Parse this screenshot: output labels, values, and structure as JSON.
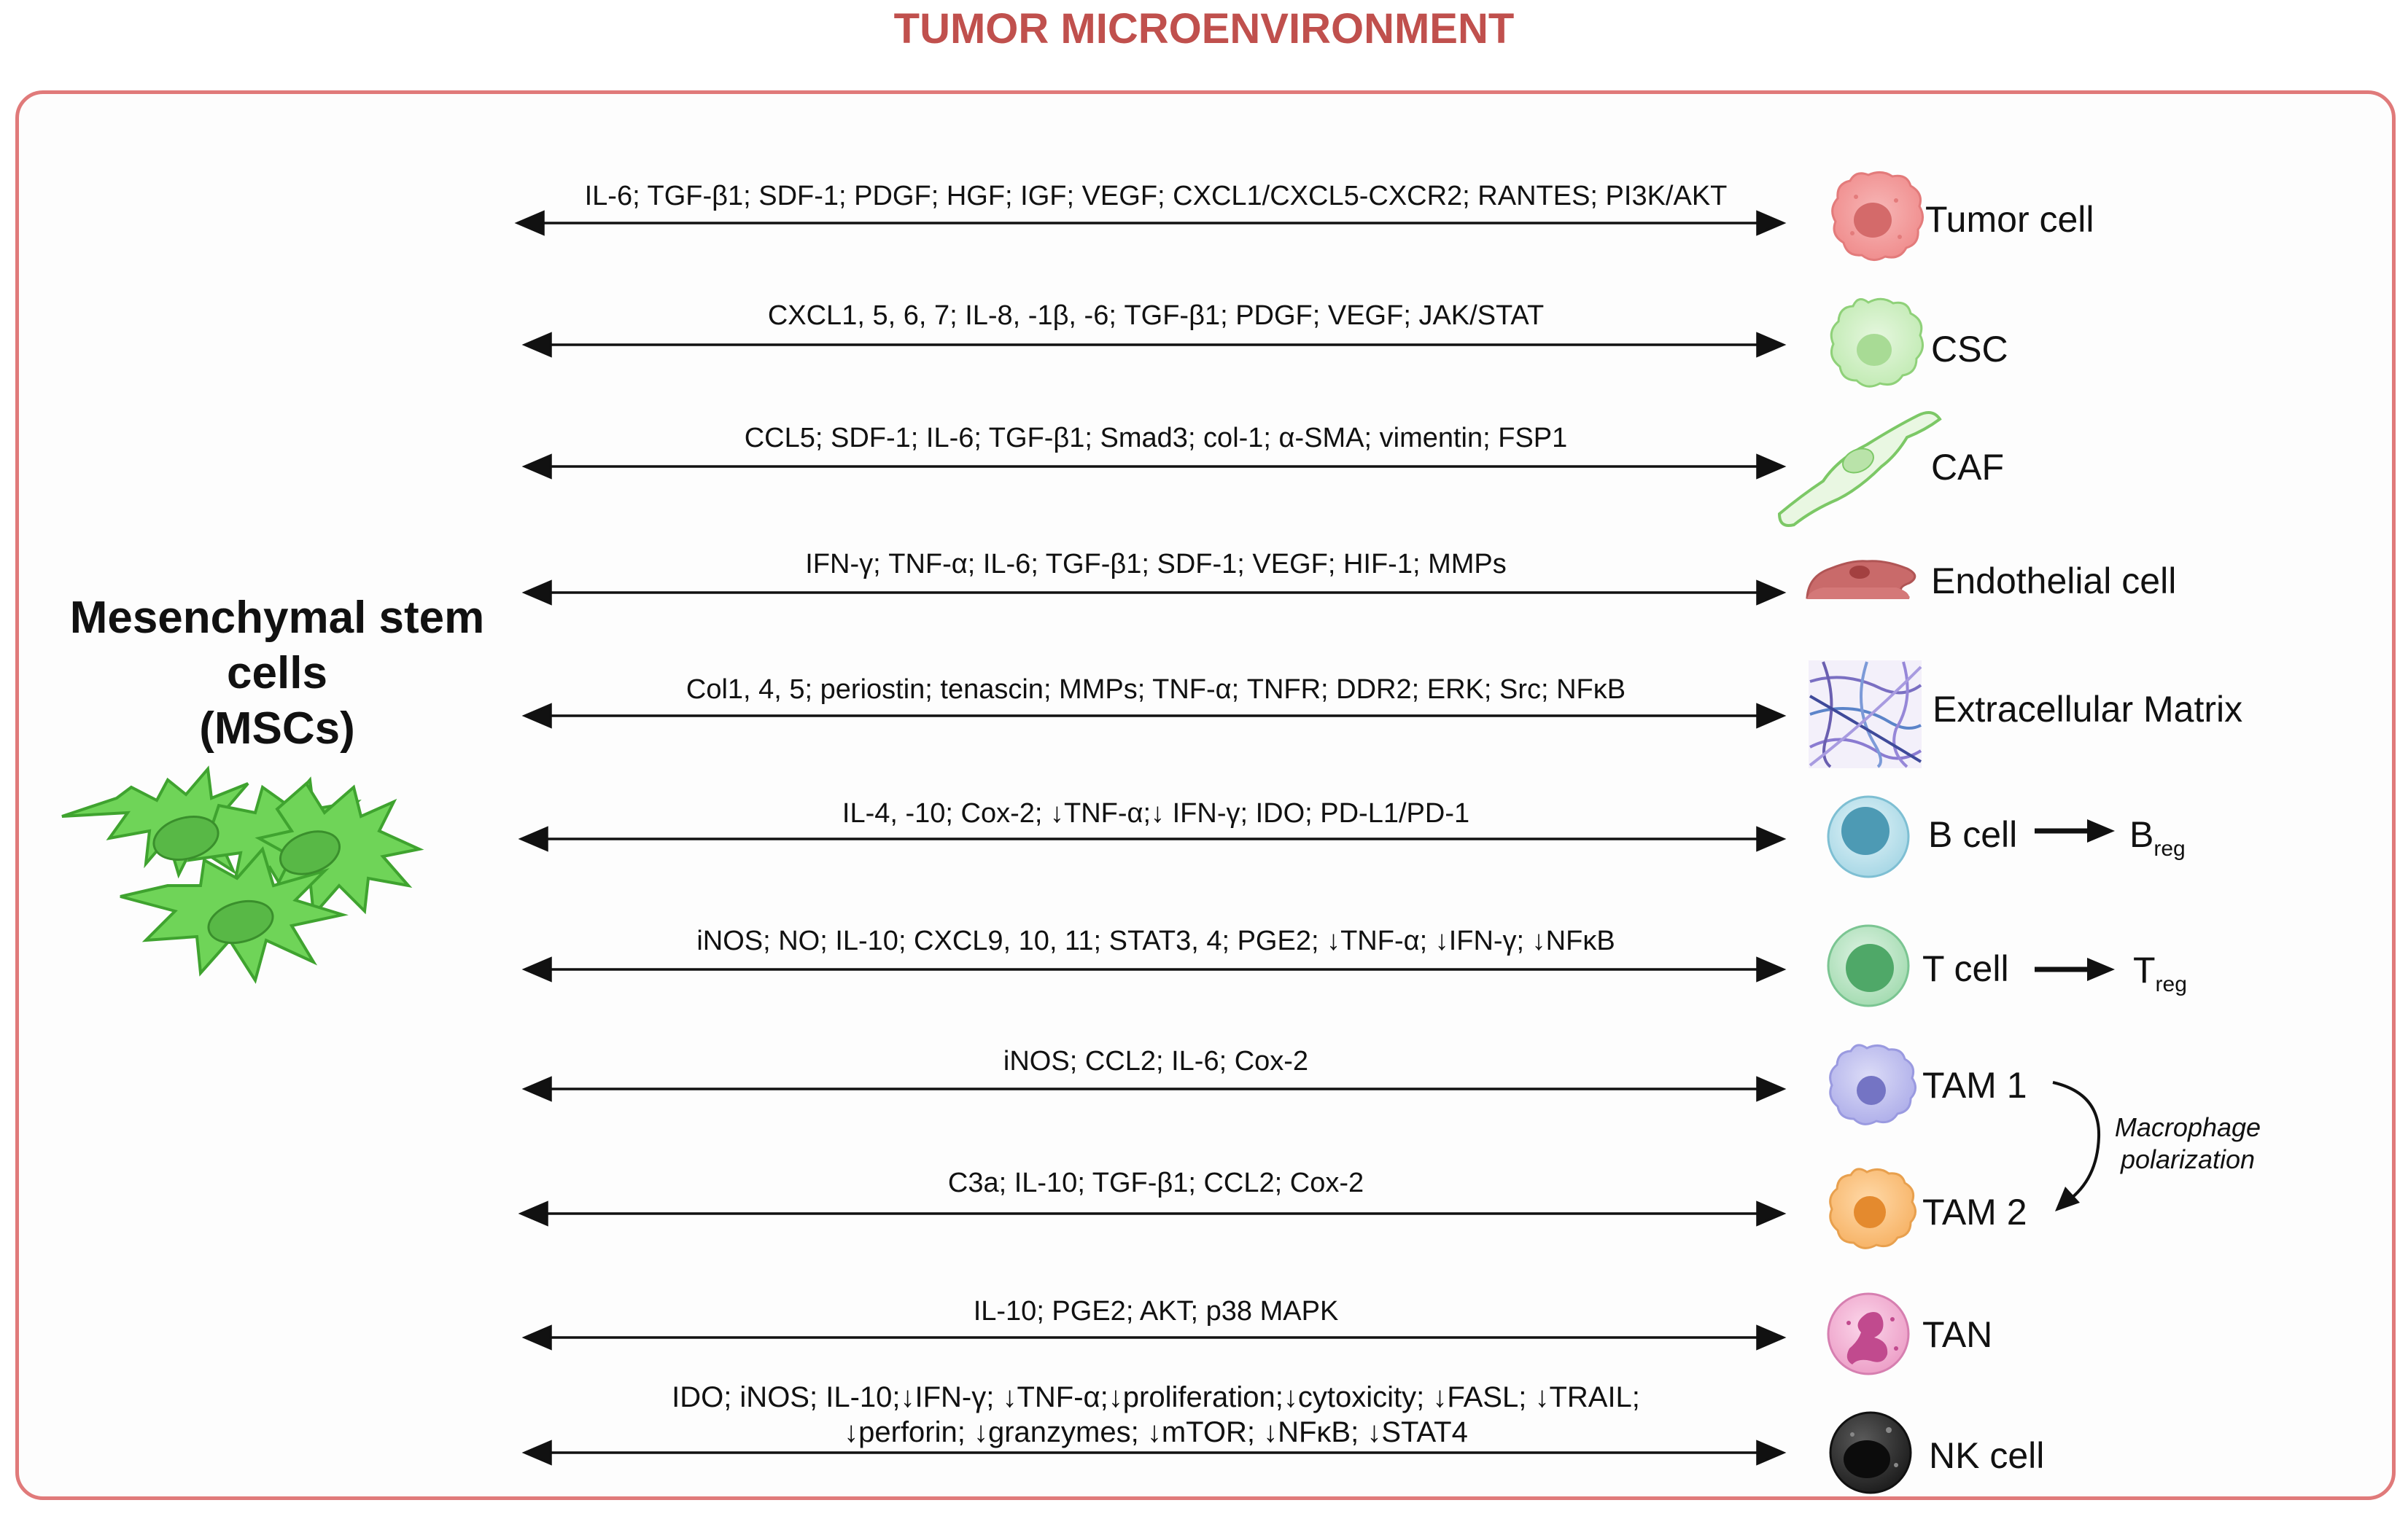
{
  "title": "TUMOR MICROENVIRONMENT",
  "msc": {
    "line1": "Mesenchymal stem",
    "line2": "cells",
    "line3": "(MSCs)"
  },
  "rows": [
    {
      "label": "IL-6; TGF-β1; SDF-1; PDGF; HGF; IGF; VEGF; CXCL1/CXCL5-CXCR2; RANTES; PI3K/AKT",
      "cell": "Tumor cell"
    },
    {
      "label": "CXCL1, 5, 6, 7; IL-8, -1β, -6; TGF-β1; PDGF; VEGF; JAK/STAT",
      "cell": "CSC"
    },
    {
      "label": "CCL5; SDF-1; IL-6; TGF-β1; Smad3; col-1; α-SMA; vimentin; FSP1",
      "cell": "CAF"
    },
    {
      "label": "IFN-γ; TNF-α; IL-6; TGF-β1; SDF-1; VEGF; HIF-1; MMPs",
      "cell": "Endothelial cell"
    },
    {
      "label": "Col1, 4, 5; periostin; tenascin; MMPs; TNF-α; TNFR; DDR2; ERK; Src; NFκB",
      "cell": "Extracellular Matrix"
    },
    {
      "label": "IL-4, -10; Cox-2; ↓TNF-α;↓ IFN-γ; IDO; PD-L1/PD-1",
      "cell": "B cell"
    },
    {
      "label": "iNOS; NO; IL-10; CXCL9, 10, 11; STAT3, 4; PGE2; ↓TNF-α; ↓IFN-γ; ↓NFκB",
      "cell": "T cell"
    },
    {
      "label": "iNOS; CCL2; IL-6; Cox-2",
      "cell": "TAM 1"
    },
    {
      "label": "C3a; IL-10; TGF-β1; CCL2; Cox-2",
      "cell": "TAM 2"
    },
    {
      "label": "IL-10; PGE2; AKT; p38 MAPK",
      "cell": "TAN"
    },
    {
      "label": "IDO; iNOS; IL-10;↓IFN-γ; ↓TNF-α;↓proliferation;↓cytoxicity; ↓FASL; ↓TRAIL;",
      "label2": "↓perforin; ↓granzymes; ↓mTOR; ↓NFκB; ↓STAT4",
      "cell": "NK cell"
    }
  ],
  "breg": {
    "base": "B",
    "sub": "reg"
  },
  "treg": {
    "base": "T",
    "sub": "reg"
  },
  "polarization": {
    "line1": "Macrophage",
    "line2": "polarization"
  },
  "colors": {
    "title": "#c0504d",
    "frame": "#e07a7a",
    "msc": "#6fd458"
  }
}
